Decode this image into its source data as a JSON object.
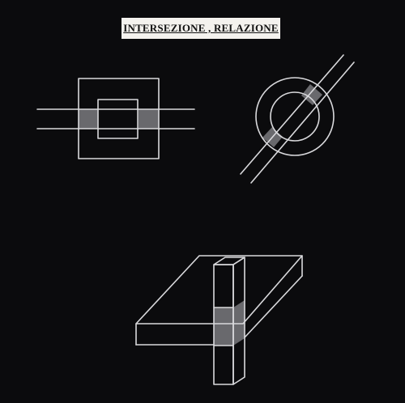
{
  "title": "INTERSEZIONE , RELAZIONE",
  "colors": {
    "background": "#0b0b0d",
    "chalk": "#d9d9dc",
    "shading": "#8a8a8e",
    "label_box": "#f4f2ee"
  },
  "figures": [
    {
      "id": "nested-squares-crossed-by-band",
      "shape": "square frames intersected by a horizontal pair of lines"
    },
    {
      "id": "concentric-circles-crossed-by-band",
      "shape": "concentric circles intersected by a diagonal pair of lines"
    },
    {
      "id": "slab-crossed-by-prism",
      "shape": "isometric slab pierced by a vertical prism"
    }
  ]
}
